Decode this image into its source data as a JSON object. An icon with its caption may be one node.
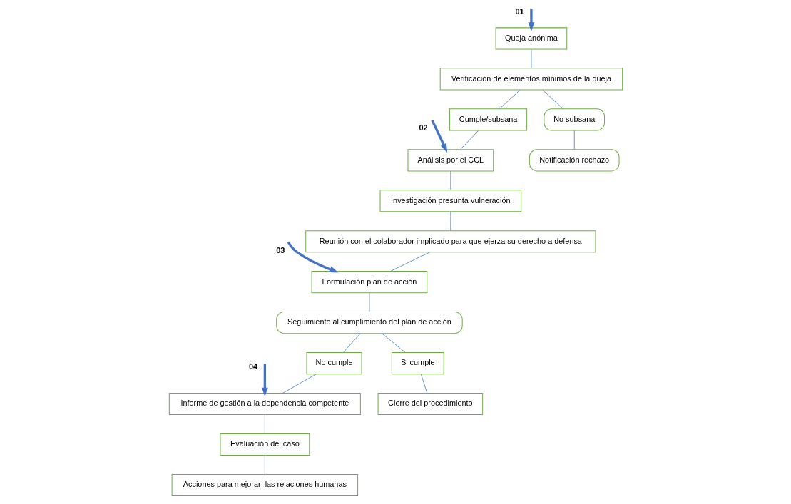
{
  "diagram": {
    "nodes": [
      {
        "text": [
          "Queja anónima"
        ]
      },
      {
        "text": [
          "Notificación rechazo"
        ]
      },
      {
        "text": [
          "No subsana"
        ]
      },
      {
        "text": [
          "Verificación de elementos mínimos de la queja"
        ]
      },
      {
        "text": [
          "Cumple/subsana"
        ]
      },
      {
        "text": [
          "Análisis por el CCL"
        ]
      },
      {
        "text": [
          "Investigación presunta vulneración"
        ]
      },
      {
        "text": [
          "Reunión con el colaborador implicado para que ejerza su derecho a defensa"
        ]
      },
      {
        "text": [
          "Formulación plan de acción"
        ]
      },
      {
        "text": [
          "Seguimiento al cumplimiento del plan de acción"
        ]
      },
      {
        "text": [
          "Cierre del procedimiento"
        ]
      },
      {
        "text": [
          "Si cumple"
        ]
      },
      {
        "text": [
          "No cumple"
        ]
      },
      {
        "text": [
          "Informe de gestión a la dependencia competente"
        ]
      },
      {
        "text": [
          "Evaluación del caso"
        ]
      },
      {
        "text": [
          "Acciones para mejorar  las relaciones humanas"
        ]
      }
    ],
    "edges": [
      {
        "from": null,
        "to": 0,
        "arrow": "to",
        "label": "01",
        "style": "thick",
        "color": "#4472c4"
      },
      {
        "from": 0,
        "to": 3,
        "arrow": "none"
      },
      {
        "from": 3,
        "to": 2,
        "arrow": "none"
      },
      {
        "from": 2,
        "to": 1,
        "arrow": "none"
      },
      {
        "from": 3,
        "to": 4,
        "arrow": "none"
      },
      {
        "from": 4,
        "to": 5,
        "arrow": "none"
      },
      {
        "from": null,
        "to": 5,
        "arrow": "to",
        "label": "02",
        "style": "thick",
        "color": "#4472c4"
      },
      {
        "from": 5,
        "to": 6,
        "arrow": "none"
      },
      {
        "from": 6,
        "to": 7,
        "arrow": "none"
      },
      {
        "from": 7,
        "to": 8,
        "arrow": "none"
      },
      {
        "from": null,
        "to": 8,
        "arrow": "to",
        "label": "03",
        "style": "thick",
        "color": "#4472c4"
      },
      {
        "from": 8,
        "to": 9,
        "arrow": "none"
      },
      {
        "from": 9,
        "to": 11,
        "arrow": "none"
      },
      {
        "from": 11,
        "to": 10,
        "arrow": "none"
      },
      {
        "from": 9,
        "to": 12,
        "arrow": "none"
      },
      {
        "from": 12,
        "to": 13,
        "arrow": "none"
      },
      {
        "from": null,
        "to": 13,
        "arrow": "to",
        "label": "04",
        "style": "thick",
        "color": "#4472c4"
      },
      {
        "from": 13,
        "to": 14,
        "arrow": "none"
      },
      {
        "from": 14,
        "to": 15,
        "arrow": "none"
      }
    ]
  }
}
